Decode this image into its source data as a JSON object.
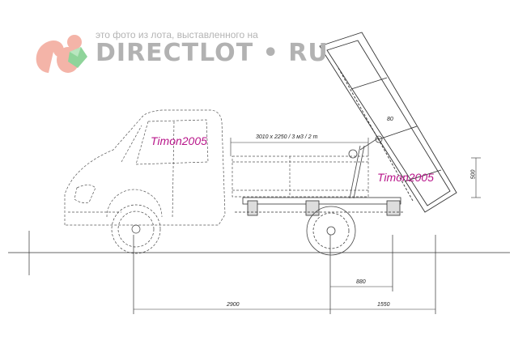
{
  "watermark": {
    "caption": "это фото из лота, выставленного на",
    "brand": "DIRECTLOT • RU"
  },
  "signatures": [
    "Timon2005",
    "Timon2005"
  ],
  "dimensions": {
    "body_spec": "3010 x 2250 / 3 м3 / 2 т",
    "side_height": "500",
    "rear_overhang_section": "880",
    "wheelbase": "2900",
    "rear_overhang": "1550",
    "pivot_mark": "80"
  }
}
